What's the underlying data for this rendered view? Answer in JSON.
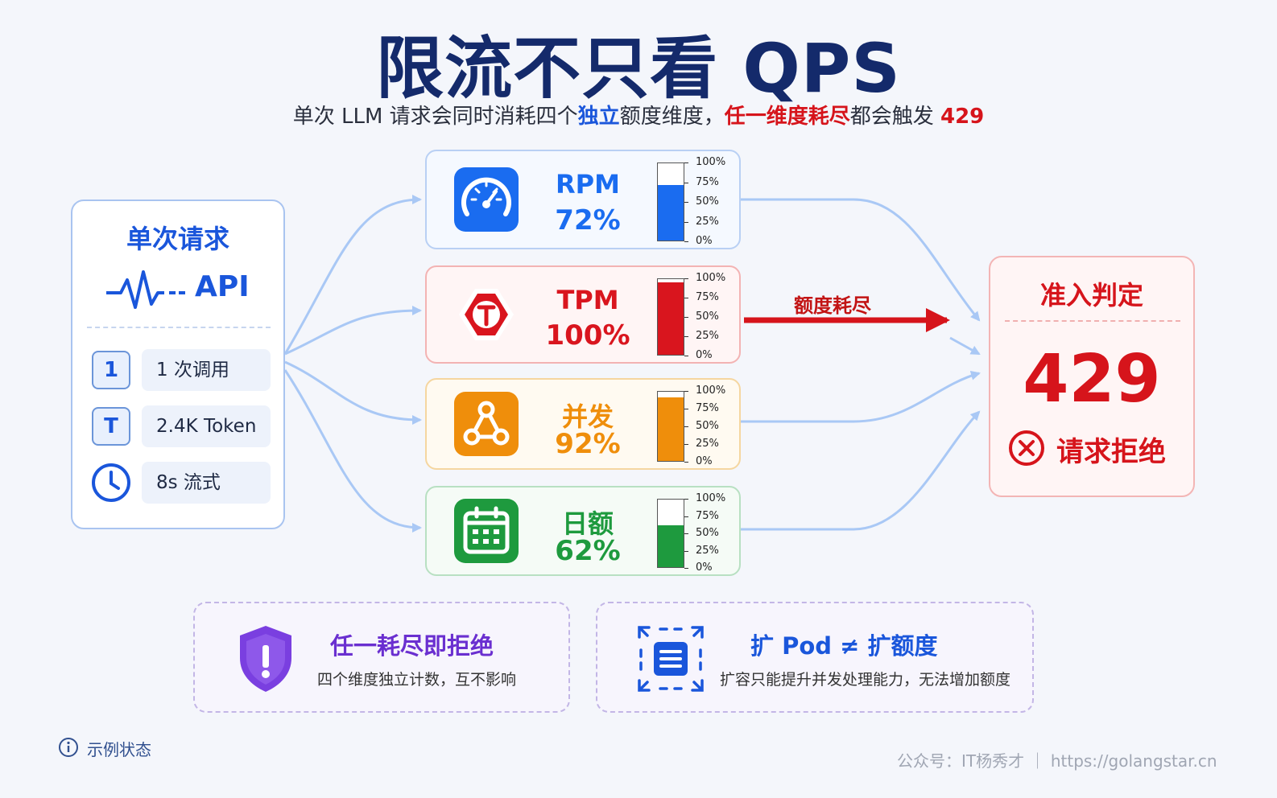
{
  "title": "限流不只看 QPS",
  "subtitle": {
    "part1": "单次 LLM 请求会同时消耗四个",
    "highlight_blue": "独立",
    "part2": "额度维度，",
    "highlight_red": "任一维度耗尽",
    "part3": "都会触发 ",
    "code": "429"
  },
  "request": {
    "title": "单次请求",
    "api_label": "API",
    "rows": [
      {
        "badge": "1",
        "text": "1 次调用"
      },
      {
        "badge": "T",
        "text": "2.4K Token"
      },
      {
        "badge": "clock-icon",
        "text": "8s 流式"
      }
    ]
  },
  "metrics": [
    {
      "name": "RPM",
      "value_text": "72%",
      "fill": 0.72,
      "color": "#1a6cf0",
      "light": "#f5f9ff",
      "border": "#b9d0f4",
      "icon": "speedometer-icon"
    },
    {
      "name": "TPM",
      "value_text": "100%",
      "fill": 1.0,
      "color": "#d9151e",
      "light": "#fff5f5",
      "border": "#f3b3b3",
      "icon": "token-hexagon-icon"
    },
    {
      "name": "并发",
      "value_text": "92%",
      "fill": 0.92,
      "color": "#ef8e0b",
      "light": "#fffaf1",
      "border": "#f5d6a0",
      "icon": "fork-nodes-icon"
    },
    {
      "name": "日额",
      "value_text": "62%",
      "fill": 0.62,
      "color": "#1e9a3e",
      "light": "#f5fbf6",
      "border": "#b8e0c2",
      "icon": "calendar-icon"
    }
  ],
  "bar_ticks": [
    "100%",
    "75%",
    "50%",
    "25%",
    "0%"
  ],
  "exhaust_label": "额度耗尽",
  "decision": {
    "title": "准入判定",
    "code": "429",
    "reject": "请求拒绝"
  },
  "notes": [
    {
      "title": "任一耗尽即拒绝",
      "desc": "四个维度独立计数，互不影响",
      "icon": "shield-alert-icon",
      "color": "#6a2fd0"
    },
    {
      "title": "扩 Pod ≠ 扩额度",
      "desc": "扩容只能提升并发处理能力，无法增加额度",
      "icon": "scale-expand-icon",
      "color": "#1a56db"
    }
  ],
  "status": "示例状态",
  "footer": "公众号：IT杨秀才  ｜  https://golangstar.cn",
  "colors": {
    "blue": "#1a56db",
    "red": "#d6141b",
    "title": "#142a6b",
    "connector": "#a9c8f5"
  }
}
